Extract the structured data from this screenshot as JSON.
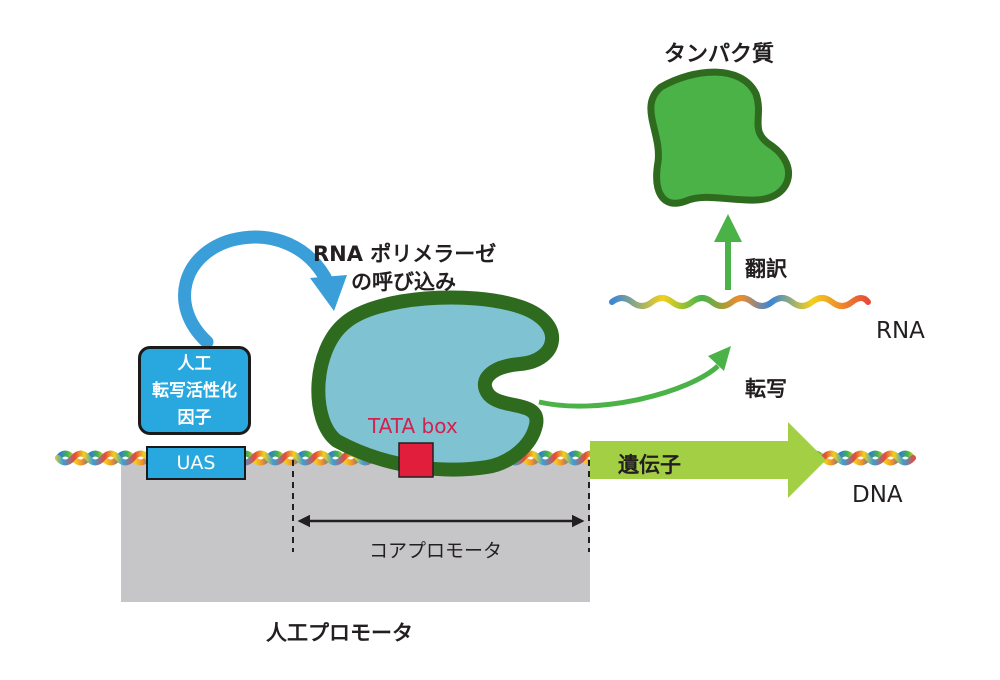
{
  "diagram": {
    "artificial_factor": {
      "lines": [
        "人工",
        "転写活性化",
        "因子"
      ]
    },
    "uas": "UAS",
    "recruit": [
      "RNA ポリメラーゼ",
      "の呼び込み"
    ],
    "tata_box": "TATA box",
    "gene": "遺伝子",
    "dna": "DNA",
    "rna": "RNA",
    "protein": "タンパク質",
    "translation": "翻訳",
    "transcription": "転写",
    "core_promoter": "コアプロモータ",
    "artificial_promoter": "人工プロモータ"
  },
  "colors": {
    "polymerase_fill": "#7fc3d3",
    "polymerase_border": "#2e6b1f",
    "protein_fill": "#4ab247",
    "protein_border": "#2e6b1f",
    "gene_arrow": "#a3cf45",
    "factor_blue": "#29a7df",
    "tata_red": "#e11f3d",
    "promoter_gray": "#c6c6c8",
    "arrow_green": "#4ab247"
  }
}
